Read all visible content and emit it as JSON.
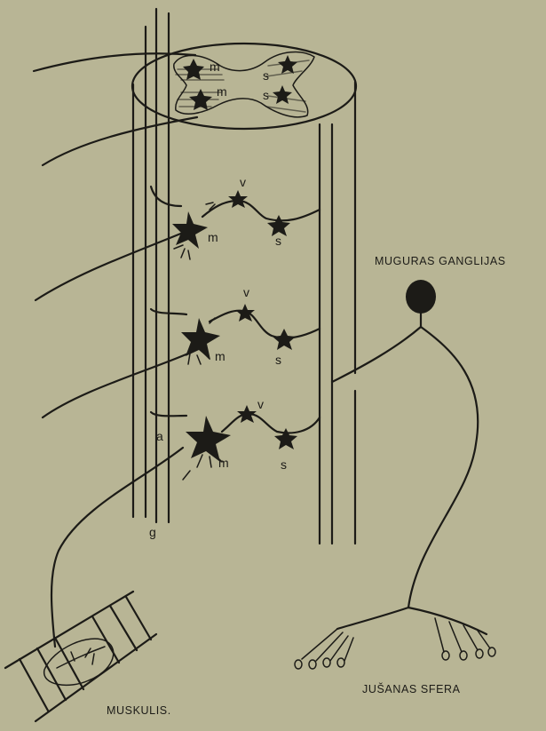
{
  "labels": {
    "ganglion": "MUGURAS GANGLIJAS",
    "muscle": "MUSKULIS.",
    "sense": "JUŠANAS SFERA",
    "letter_g": "g",
    "letter_a": "a",
    "top_m1": "m",
    "top_m2": "m",
    "top_s1": "s",
    "top_s2": "s",
    "lvl1_v": "v",
    "lvl1_m": "m",
    "lvl1_s": "s",
    "lvl2_v": "v",
    "lvl2_m": "m",
    "lvl2_s": "s",
    "lvl3_v": "v",
    "lvl3_m": "m",
    "lvl3_s": "s"
  },
  "colors": {
    "paper": "#b8b595",
    "ink": "#1c1b17"
  }
}
